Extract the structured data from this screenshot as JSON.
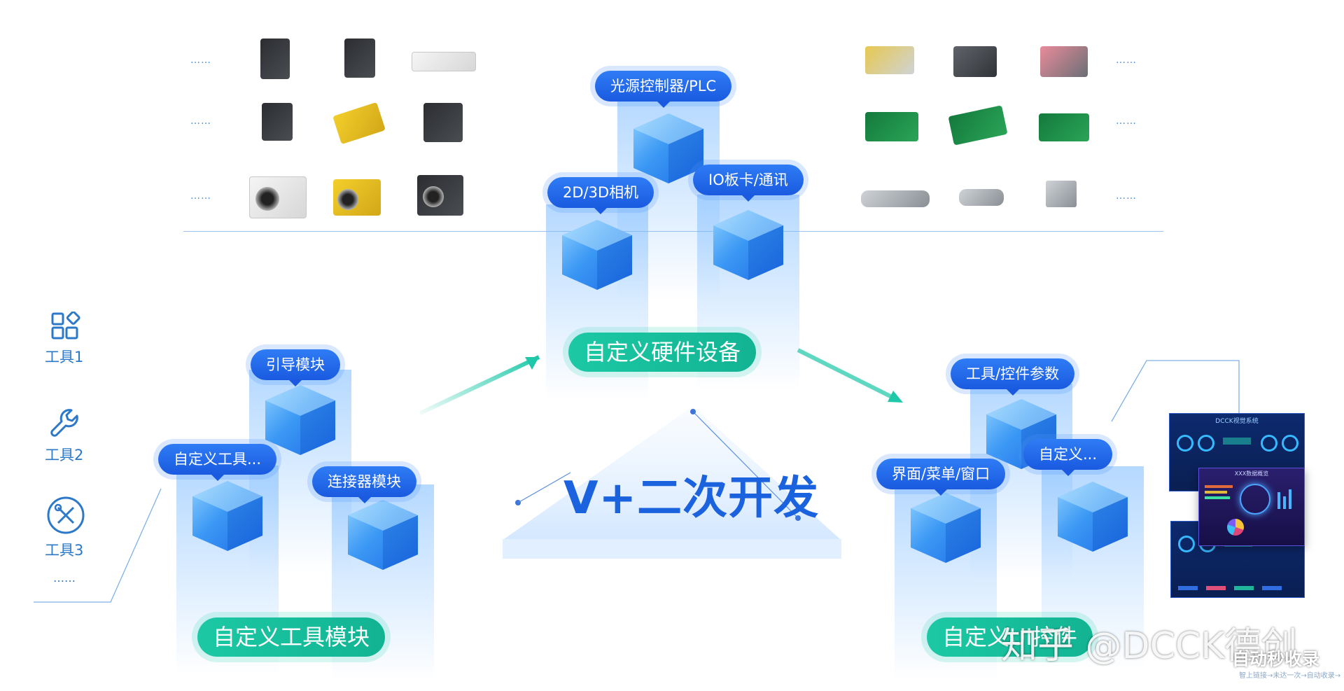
{
  "dots": "……",
  "hardware": {
    "top_label": "光源控制器/PLC",
    "left_label": "2D/3D相机",
    "right_label": "IO板卡/通讯",
    "group_label": "自定义硬件设备"
  },
  "tools_group": {
    "top_label": "引导模块",
    "left_label": "自定义工具...",
    "right_label": "连接器模块",
    "group_label": "自定义工具模块"
  },
  "ui_group": {
    "top_label": "工具/控件参数",
    "left_label": "界面/菜单/窗口",
    "right_label": "自定义...",
    "group_label": "自定义UI控件"
  },
  "center": {
    "title": "V+二次开发"
  },
  "tools": [
    {
      "label": "工具1",
      "icon": "grid-apps-icon"
    },
    {
      "label": "工具2",
      "icon": "wrench-icon"
    },
    {
      "label": "工具3",
      "icon": "tools-icon"
    }
  ],
  "tools_more": "……",
  "dashboard": {
    "title_1": "DCCK视觉系统",
    "title_2": "XXX数据概览"
  },
  "watermark": {
    "zhihu": "知乎 @DCCK德创",
    "brand": "自动秒收录",
    "slogan": "智上链接→未达一次→自动收录→"
  },
  "colors": {
    "blue": "#1a5ae0",
    "green": "#14b896",
    "title": "#1a62de",
    "line": "#9cc3ea"
  }
}
